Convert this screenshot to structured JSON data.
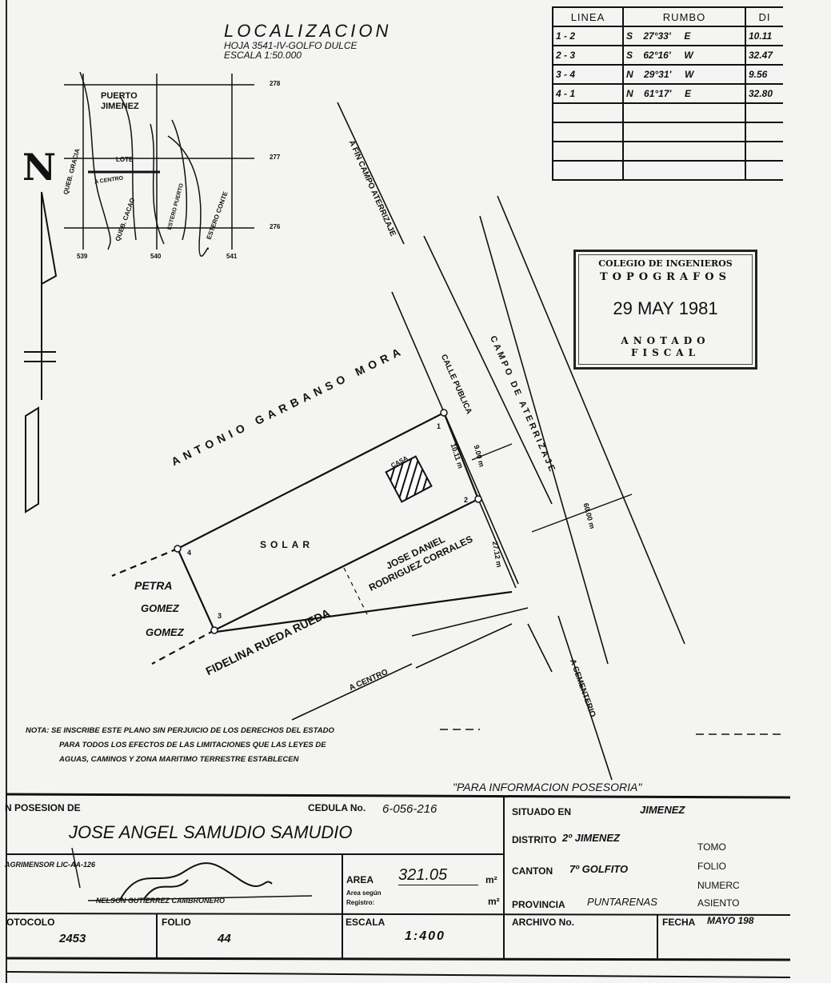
{
  "localizacion": {
    "title": "LOCALIZACION",
    "hoja": "HOJA 3541-IV-GOLFO DULCE",
    "escala": "ESCALA 1:50.000",
    "place": "PUERTO JIMENEZ",
    "lote_label": "LOTE",
    "a_centro": "A CENTRO",
    "creeks": [
      "QUEB. GRACIA",
      "QUEB. CACAO",
      "ESTERO PUERTO",
      "ESTERO CONTE"
    ],
    "grid_right": [
      "278",
      "277",
      "276"
    ],
    "grid_bottom": [
      "539",
      "540",
      "541"
    ]
  },
  "north_label": "N",
  "rumbo_table": {
    "headers": [
      "LINEA",
      "RUMBO",
      "DI"
    ],
    "rows": [
      {
        "linea": "1 - 2",
        "dir1": "S",
        "ang": "27°33'",
        "dir2": "E",
        "dist": "10.11"
      },
      {
        "linea": "2 - 3",
        "dir1": "S",
        "ang": "62°16'",
        "dir2": "W",
        "dist": "32.47"
      },
      {
        "linea": "3 - 4",
        "dir1": "N",
        "ang": "29°31'",
        "dir2": "W",
        "dist": "9.56"
      },
      {
        "linea": "4 - 1",
        "dir1": "N",
        "ang": "61°17'",
        "dir2": "E",
        "dist": "32.80"
      }
    ],
    "empty_rows": 4
  },
  "stamp": {
    "line1": "COLEGIO DE INGENIEROS",
    "line2": "TOPOGRAFOS",
    "date": "29 MAY 1981",
    "line3": "ANOTADO",
    "line4": "FISCAL"
  },
  "plan": {
    "road_a_fin": "A FIN CAMPO ATERRIZAJE",
    "calle_publica": "CALLE PUBLICA",
    "campo": "CAMPO DE ATERRIZAJE",
    "width_street": "9.00 m",
    "width_field": "60.00 m",
    "dist_12": "10.11 m",
    "dist_right": "27.12 m",
    "owner_north": "ANTONIO GARBANSO MORA",
    "casa": "CASA",
    "solar": "SOLAR",
    "owner_east": "JOSE DANIEL RODRIGUEZ CORRALES",
    "owner_west_1": "PETRA",
    "owner_west_2": "GOMEZ",
    "owner_west_3": "GOMEZ",
    "owner_south": "FIDELINA RUEDA RUEDA",
    "a_centro": "A CENTRO",
    "a_cementerio": "A CEMENTERIO",
    "vertices": [
      "1",
      "2",
      "3",
      "4"
    ]
  },
  "nota": {
    "line1": "NOTA: SE INSCRIBE ESTE PLANO SIN PERJUICIO DE LOS DERECHOS DEL ESTADO",
    "line2": "PARA TODOS LOS EFECTOS DE LAS LIMITACIONES QUE LAS LEYES DE",
    "line3": "AGUAS, CAMINOS Y ZONA MARITIMO TERRESTRE ESTABLECEN"
  },
  "informacion": "\"PARA INFORMACION POSESORIA\"",
  "title_block": {
    "posesion_label": "N POSESION DE",
    "owner": "JOSE ANGEL SAMUDIO SAMUDIO",
    "cedula_label": "CEDULA No.",
    "cedula": "6-056-216",
    "agrimensor_label": "AGRIMENSOR LIC-AA-126",
    "agrimensor_name": "NELSON GUTIERREZ CAMBRONERO",
    "area_label": "AREA",
    "area": "321.05",
    "area_unit": "m²",
    "area_reg_label_1": "Area según",
    "area_reg_label_2": "Registro:",
    "area_reg_unit": "m²",
    "situado_label": "SITUADO EN",
    "situado": "JIMENEZ",
    "distrito_label": "DISTRITO",
    "distrito": "2º JIMENEZ",
    "canton_label": "CANTON",
    "canton": "7º GOLFITO",
    "provincia_label": "PROVINCIA",
    "provincia": "PUNTARENAS",
    "right_labels": [
      "TOMO",
      "FOLIO",
      "NUMERC",
      "ASIENTO"
    ],
    "protocolo_label": "OTOCOLO",
    "protocolo": "2453",
    "folio_label": "FOLIO",
    "folio": "44",
    "escala_label": "ESCALA",
    "escala": "1:400",
    "archivo_label": "ARCHIVO No.",
    "fecha_label": "FECHA",
    "fecha": "MAYO 198"
  }
}
